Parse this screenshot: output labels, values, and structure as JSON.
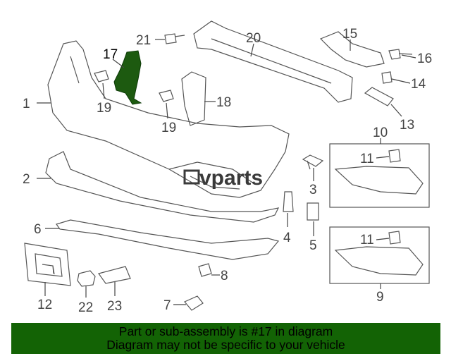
{
  "logo": {
    "text": "vparts"
  },
  "callouts": {
    "c1": "1",
    "c2": "2",
    "c3": "3",
    "c4": "4",
    "c5": "5",
    "c6": "6",
    "c7": "7",
    "c8": "8",
    "c9": "9",
    "c10": "10",
    "c11a": "11",
    "c11b": "11",
    "c12": "12",
    "c13": "13",
    "c14": "14",
    "c15": "15",
    "c16": "16",
    "c17": "17",
    "c18": "18",
    "c19a": "19",
    "c19b": "19",
    "c20": "20",
    "c21": "21",
    "c22": "22",
    "c23": "23"
  },
  "highlight_color": "#1d5a10",
  "banner": {
    "line1": "Part or sub-assembly is #17 in diagram",
    "line2": "Diagram may not be specific to your vehicle",
    "color": "#136305"
  }
}
